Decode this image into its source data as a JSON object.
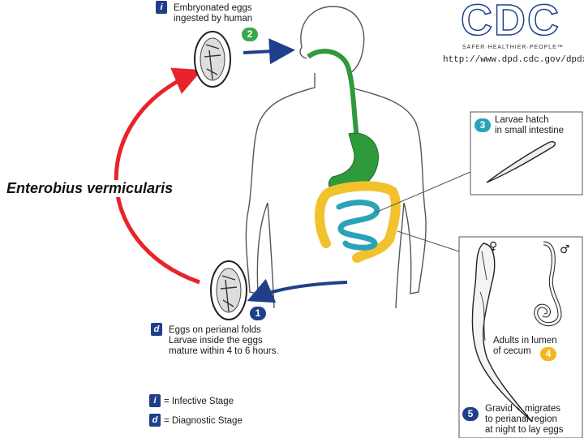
{
  "title": "Enterobius vermicularis",
  "logo": {
    "text": "CDC",
    "tagline": "SAFER·HEALTHIER·PEOPLE™",
    "url": "http://www.dpd.cdc.gov/dpdx"
  },
  "badges": {
    "infective": "i",
    "diagnostic": "d"
  },
  "steps": {
    "s1": {
      "number": "1",
      "color": "#1f3f8a"
    },
    "s2": {
      "number": "2",
      "color": "#3aa84a"
    },
    "s3": {
      "number": "3",
      "color": "#2aa3b8"
    },
    "s4": {
      "number": "4",
      "color": "#f2b61f"
    },
    "s5": {
      "number": "5",
      "color": "#1f3f8a"
    }
  },
  "labels": {
    "top_line1": "Embryonated eggs",
    "top_line2": "ingested by human",
    "larvae_line1": "Larvae hatch",
    "larvae_line2": "in small intestine",
    "eggs_line1": "Eggs on perianal folds",
    "eggs_line2": "Larvae inside the eggs",
    "eggs_line3": "mature within 4 to 6 hours.",
    "adults_line1": "Adults in lumen",
    "adults_line2": "of cecum",
    "gravid_line1": "Gravid ♀ migrates",
    "gravid_line2": "to perianal region",
    "gravid_line3": "at night to lay eggs",
    "female_symbol": "♀",
    "male_symbol": "♂"
  },
  "legend": {
    "infective": "= Infective Stage",
    "diagnostic": "= Diagnostic Stage"
  },
  "colors": {
    "red_arrow": "#e8232a",
    "blue_arrow": "#1f3f8a",
    "stomach_green": "#2e9a3c",
    "small_intestine": "#2aa3b8",
    "large_intestine": "#f2c22e"
  }
}
